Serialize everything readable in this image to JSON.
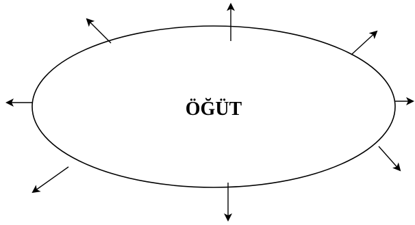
{
  "diagram": {
    "center_label": "ÖĞÜT",
    "colors": {
      "stroke": "#000000",
      "arrowhead": "#000000",
      "background": "#ffffff"
    },
    "arrows": [
      {
        "name": "arrow-up"
      },
      {
        "name": "arrow-up-left"
      },
      {
        "name": "arrow-up-right"
      },
      {
        "name": "arrow-left"
      },
      {
        "name": "arrow-right"
      },
      {
        "name": "arrow-down-left"
      },
      {
        "name": "arrow-down-right"
      },
      {
        "name": "arrow-down"
      }
    ]
  }
}
